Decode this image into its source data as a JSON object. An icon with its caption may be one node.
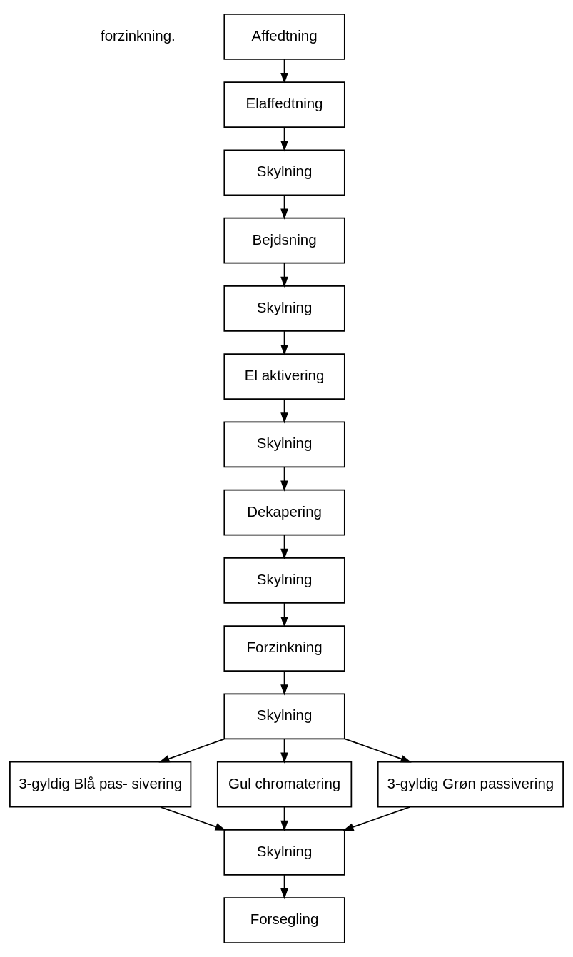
{
  "diagram": {
    "nodes": [
      {
        "text": [
          "Affedtning"
        ]
      },
      {
        "text": [
          "Elaffedtning"
        ]
      },
      {
        "text": [
          "Skylning"
        ]
      },
      {
        "text": [
          "Bejdsning"
        ]
      },
      {
        "text": [
          "Skylning"
        ]
      },
      {
        "text": [
          "El aktivering"
        ]
      },
      {
        "text": [
          "Skylning"
        ]
      },
      {
        "text": [
          "Dekapering"
        ]
      },
      {
        "text": [
          "Skylning"
        ]
      },
      {
        "text": [
          "Forzinkning"
        ]
      },
      {
        "text": [
          "Skylning"
        ]
      },
      {
        "text": [
          "3-gyldig Blå pas- sivering"
        ]
      },
      {
        "text": [
          "Gul chromatering"
        ]
      },
      {
        "text": [
          "3-gyldig Grøn passivering"
        ]
      },
      {
        "text": [
          "Skylning"
        ]
      },
      {
        "text": [
          "Forsegling"
        ]
      }
    ],
    "edges": [
      {
        "from": 0,
        "to": 1,
        "arrow": "to"
      },
      {
        "from": 1,
        "to": 2,
        "arrow": "to"
      },
      {
        "from": 2,
        "to": 3,
        "arrow": "to"
      },
      {
        "from": 3,
        "to": 4,
        "arrow": "to"
      },
      {
        "from": 4,
        "to": 5,
        "arrow": "to"
      },
      {
        "from": 5,
        "to": 6,
        "arrow": "to"
      },
      {
        "from": 6,
        "to": 7,
        "arrow": "to"
      },
      {
        "from": 7,
        "to": 8,
        "arrow": "to"
      },
      {
        "from": 8,
        "to": 9,
        "arrow": "to"
      },
      {
        "from": 9,
        "to": 10,
        "arrow": "to"
      },
      {
        "from": 10,
        "to": 11,
        "arrow": "to"
      },
      {
        "from": 10,
        "to": 12,
        "arrow": "to"
      },
      {
        "from": 10,
        "to": 13,
        "arrow": "to"
      },
      {
        "from": 11,
        "to": 14,
        "arrow": "to"
      },
      {
        "from": 12,
        "to": 14,
        "arrow": "to"
      },
      {
        "from": 13,
        "to": 14,
        "arrow": "to"
      },
      {
        "from": 14,
        "to": 15,
        "arrow": "to"
      }
    ],
    "labels": [
      "forzinkning."
    ]
  }
}
